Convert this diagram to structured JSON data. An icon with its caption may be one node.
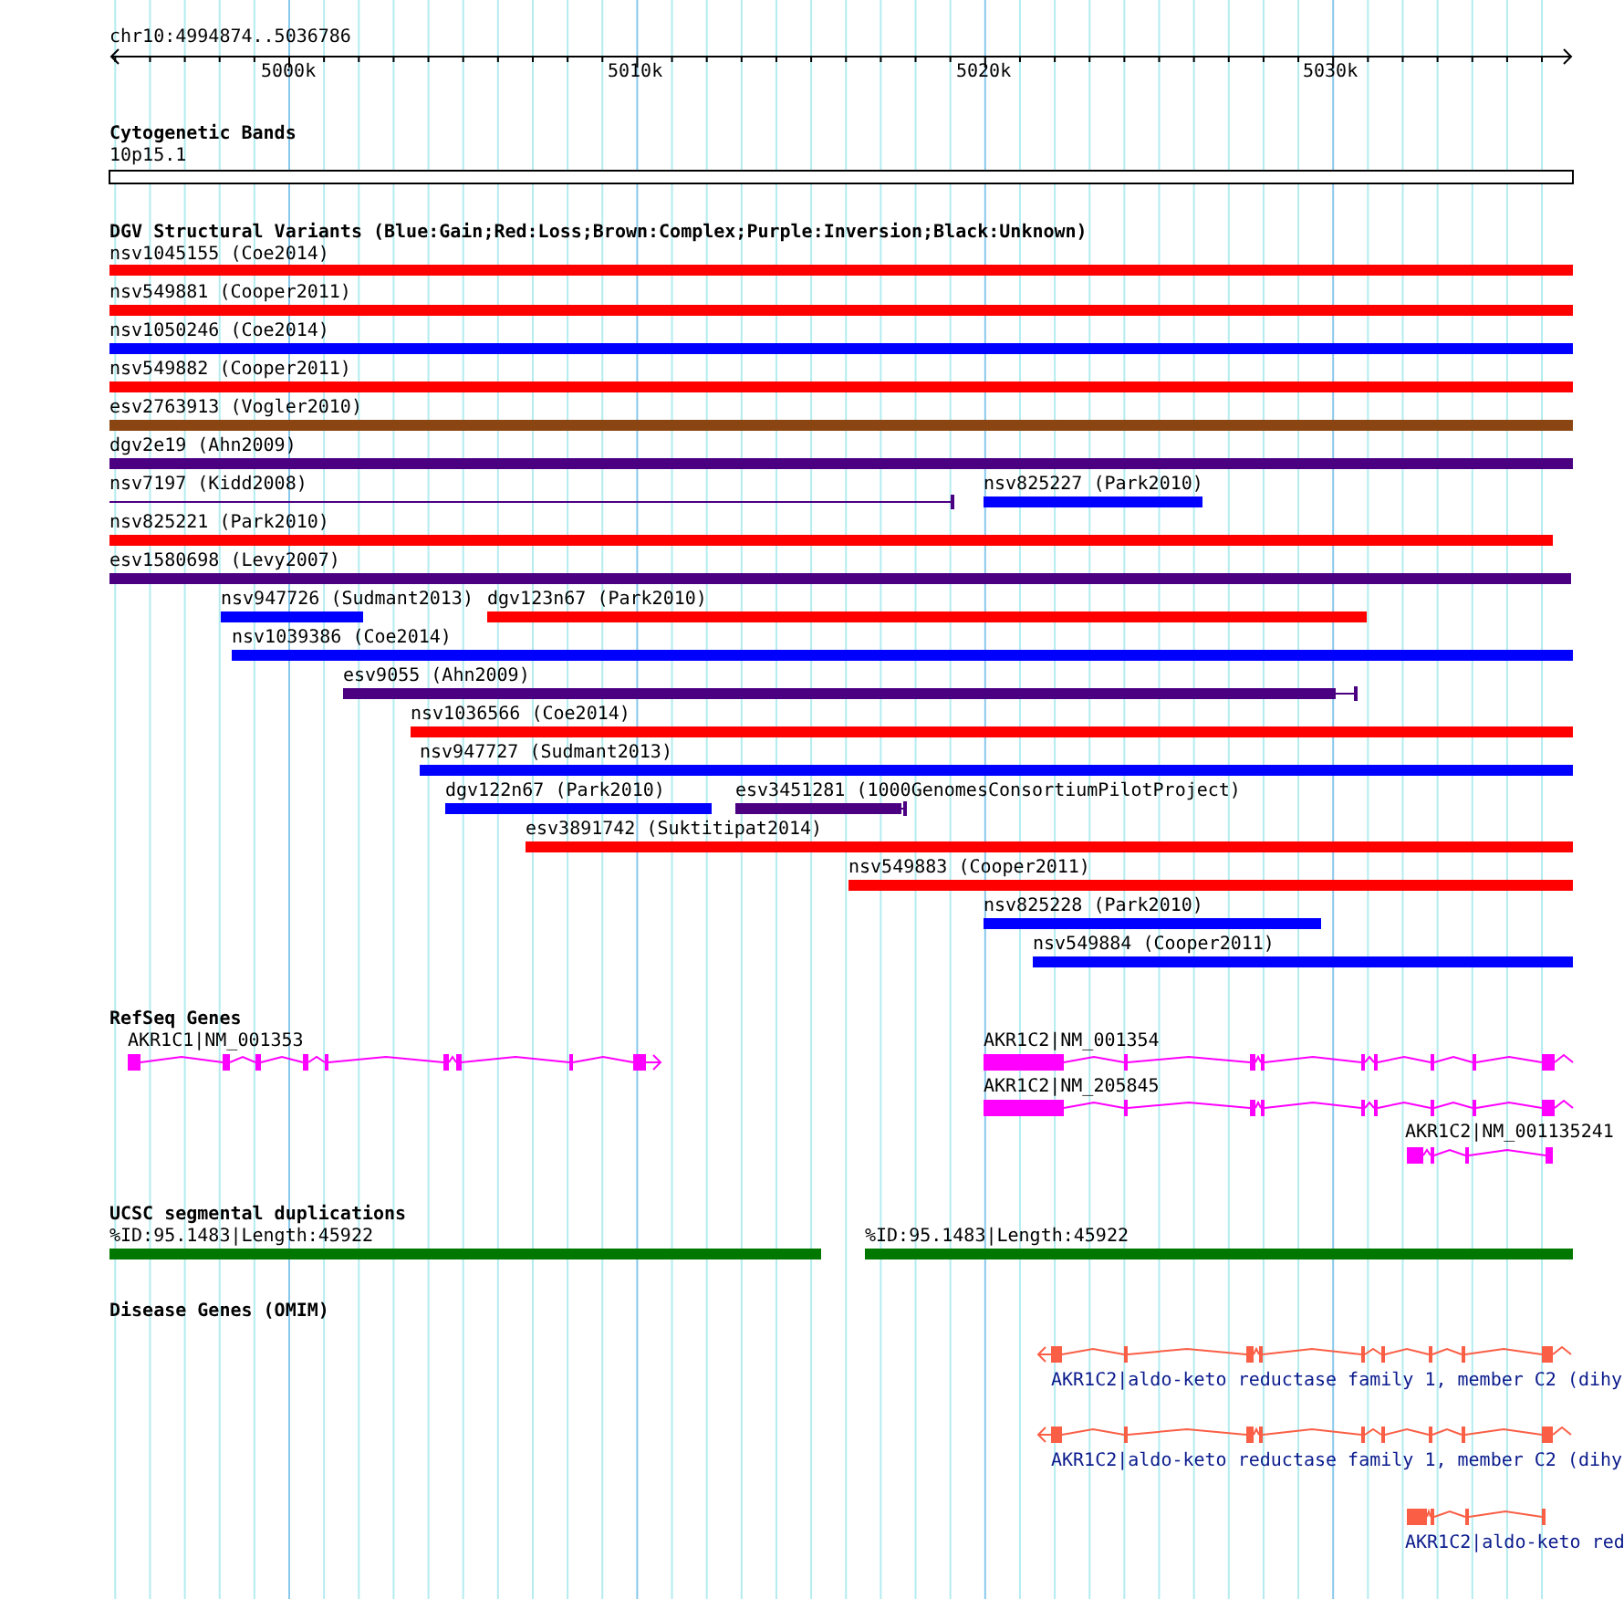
{
  "diagram": {
    "labels": [
      "chr10:4994874..5036786",
      "5000k",
      "5010k",
      "5020k",
      "5030k",
      "Cytogenetic Bands",
      "10p15.1",
      "DGV Structural Variants (Blue:Gain;Red:Loss;Brown:Complex;Purple:Inversion;Black:Unknown)",
      "nsv1045155 (Coe2014)",
      "nsv549881 (Cooper2011)",
      "nsv1050246 (Coe2014)",
      "nsv549882 (Cooper2011)",
      "esv2763913 (Vogler2010)",
      "dgv2e19 (Ahn2009)",
      "nsv7197 (Kidd2008)",
      "nsv825227 (Park2010)",
      "nsv825221 (Park2010)",
      "esv1580698 (Levy2007)",
      "nsv947726 (Sudmant2013)",
      "dgv123n67 (Park2010)",
      "nsv1039386 (Coe2014)",
      "esv9055 (Ahn2009)",
      "nsv1036566 (Coe2014)",
      "nsv947727 (Sudmant2013)",
      "dgv122n67 (Park2010)",
      "esv3451281 (1000GenomesConsortiumPilotProject)",
      "esv3891742 (Suktitipat2014)",
      "nsv549883 (Cooper2011)",
      "nsv825228 (Park2010)",
      "nsv549884 (Cooper2011)",
      "RefSeq Genes",
      "AKR1C1|NM_001353",
      "AKR1C2|NM_001354",
      "AKR1C2|NM_205845",
      "AKR1C2|NM_001135241",
      "UCSC segmental duplications",
      "%ID:95.1483|Length:45922",
      "%ID:95.1483|Length:45922",
      "Disease Genes (OMIM)",
      "AKR1C2|aldo-keto reductase family 1, member C2 (dihy",
      "AKR1C2|aldo-keto reductase family 1, member C2 (dihy",
      "AKR1C2|aldo-keto red"
    ]
  }
}
